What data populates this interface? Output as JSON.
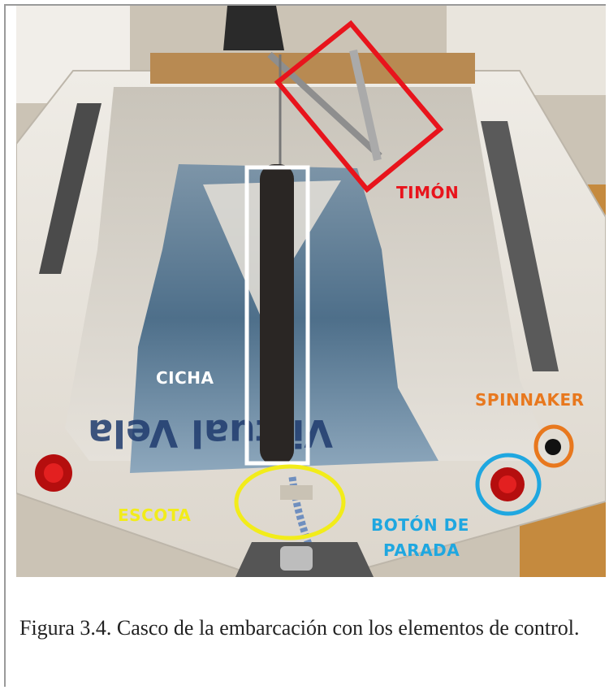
{
  "photo": {
    "labels": {
      "timon": "TIMÓN",
      "cicha": "CICHA",
      "spinnaker": "SPINNAKER",
      "escota": "ESCOTA",
      "boton_line1": "BOTÓN DE",
      "boton_line2": "PARADA"
    },
    "colors": {
      "timon": "#e8141c",
      "cicha": "#ffffff",
      "spinnaker": "#e8781e",
      "escota": "#f2ec1a",
      "boton": "#1fa7e0"
    },
    "watermark_text": "Virtual Vela"
  },
  "caption": {
    "text": "Figura 3.4. Casco de la embarcación con los elementos de control."
  }
}
